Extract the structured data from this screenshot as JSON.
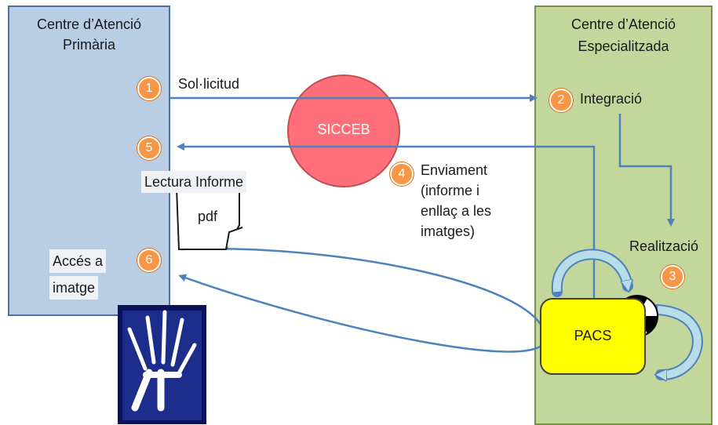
{
  "primary_center": {
    "title_line1": "Centre d’Atenció",
    "title_line2": "Primària"
  },
  "specialized_center": {
    "title_line1": "Centre d’Atenció",
    "title_line2": "Especialitzada"
  },
  "hub": {
    "label": "SICCEB"
  },
  "pacs": {
    "label": "PACS"
  },
  "document": {
    "label": "pdf"
  },
  "steps": [
    {
      "number": "1",
      "label": "Sol·licitud"
    },
    {
      "number": "2",
      "label": "Integració"
    },
    {
      "number": "3",
      "label": "Realització"
    },
    {
      "number": "4",
      "label_line1": "Enviament",
      "label_line2": "(informe i",
      "label_line3": "enllaç  a les",
      "label_line4": "imatges)"
    },
    {
      "number": "5",
      "label": "Lectura Informe"
    },
    {
      "number": "6",
      "label_line1": "Accés a",
      "label_line2": "imatge"
    }
  ],
  "colors": {
    "primary_fill": "#b9cde5",
    "specialized_fill": "#c3d69b",
    "arrow": "#4f81bd",
    "badge": "#f79646",
    "hub": "#ff6e7b",
    "pacs": "#ffff00",
    "cycle_arrow": "#b7dde8"
  },
  "icons": [
    "xray-hand-icon",
    "radiation-icon",
    "document-icon"
  ]
}
